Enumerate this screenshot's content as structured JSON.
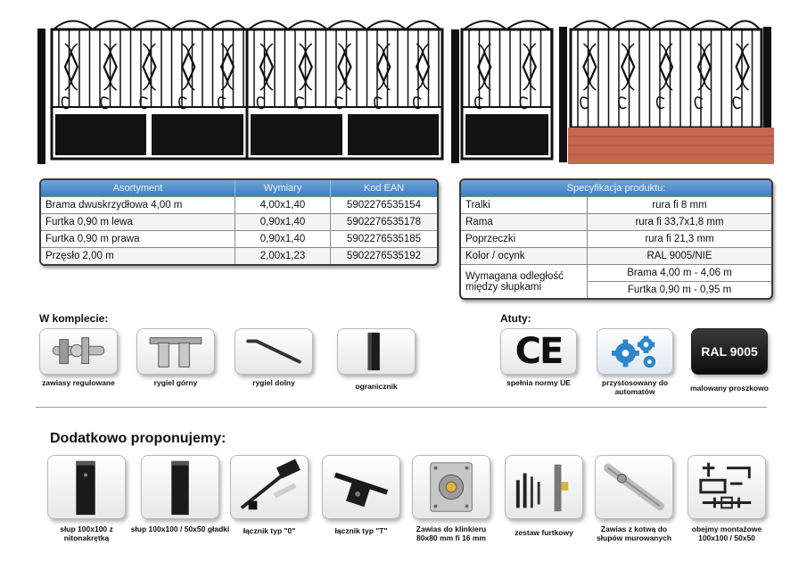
{
  "assortment_table": {
    "headers": [
      "Asortyment",
      "Wymiary",
      "Kod EAN"
    ],
    "rows": [
      [
        "Brama dwuskrzydłowa 4,00 m",
        "4,00x1,40",
        "5902276535154"
      ],
      [
        "Furtka 0,90 m lewa",
        "0,90x1,40",
        "5902276535178"
      ],
      [
        "Furtka 0,90 m prawa",
        "0,90x1,40",
        "5902276535185"
      ],
      [
        "Przęsło 2,00 m",
        "2,00x1,23",
        "5902276535192"
      ]
    ]
  },
  "spec_table": {
    "header": "Specyfikacja produktu:",
    "rows": [
      {
        "label": "Tralki",
        "value": "rura fi 8 mm"
      },
      {
        "label": "Rama",
        "value": "rura fi 33,7x1,8 mm"
      },
      {
        "label": "Poprzeczki",
        "value": "rura fi 21,3 mm"
      },
      {
        "label": "Kolor / ocynk",
        "value": "RAL 9005/NIE"
      }
    ],
    "distance": {
      "label": "Wymagana odległość między słupkami",
      "value_1": "Brama 4,00 m - 4,06 m",
      "value_2": "Furtka 0,90 m - 0,95 m"
    }
  },
  "in_set": {
    "title": "W komplecie:",
    "items": [
      {
        "label": "zawiasy regulowane",
        "icon": "adjustable-hinge-icon"
      },
      {
        "label": "rygiel górny",
        "icon": "upper-bolt-icon"
      },
      {
        "label": "rygiel dolny",
        "icon": "lower-bolt-icon"
      },
      {
        "label": "ogranicznik",
        "icon": "gate-stop-icon"
      }
    ]
  },
  "features": {
    "title": "Atuty:",
    "ce_mark": "CE",
    "ral_badge": "RAL 9005",
    "items": [
      {
        "label": "spełnia normy UE",
        "icon": "ce-mark-icon"
      },
      {
        "label": "przystosowany do automatów",
        "icon": "gears-icon"
      },
      {
        "label": "malowany proszkowo",
        "icon": "ral-badge-icon"
      }
    ]
  },
  "additional": {
    "title": "Dodatkowo proponujemy:",
    "items": [
      {
        "label": "słup 100x100 z nitonakrętką",
        "icon": "post-icon"
      },
      {
        "label": "słup 100x100 / 50x50 gładki",
        "icon": "post-smooth-icon"
      },
      {
        "label": "łącznik typ \"0\"",
        "icon": "connector-0-icon"
      },
      {
        "label": "łącznik typ \"T\"",
        "icon": "connector-t-icon"
      },
      {
        "label": "Zawias do klinkieru 80x80 mm fi 16 mm",
        "icon": "brick-hinge-icon"
      },
      {
        "label": "zestaw furtkowy",
        "icon": "gate-handle-set-icon"
      },
      {
        "label": "Zawias z kotwą do słupów murowanych",
        "icon": "anchor-hinge-icon"
      },
      {
        "label": "obejmy montażowe 100x100 / 50x50",
        "icon": "mounting-clamps-icon"
      }
    ]
  },
  "colors": {
    "table_header": "#4a88cc",
    "gate_black": "#111111",
    "brick": "#c4684f"
  }
}
